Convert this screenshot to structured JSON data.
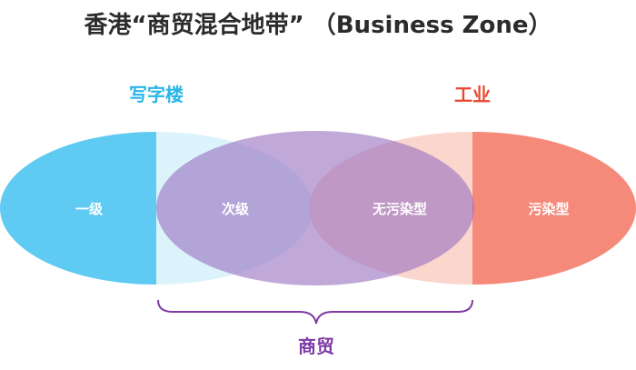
{
  "title": "香港“商贸混合地带” （Business Zone）",
  "groups": {
    "office": "写字楼",
    "industrial": "工业",
    "business": "商贸"
  },
  "regions": {
    "grade_a": "一级",
    "secondary": "次级",
    "non_polluting": "无污染型",
    "polluting": "污染型"
  },
  "colors": {
    "office": "#29b5e8",
    "industrial": "#e9472f",
    "business": "#7e3aa6",
    "office_ellipse": "#5fcbf2",
    "office_light": "#ddf3fb",
    "industrial_ellipse": "#f68a7a",
    "industrial_light": "#fbd6cd",
    "business_ellipse": "#a888cc",
    "title": "#2b2b2b"
  }
}
